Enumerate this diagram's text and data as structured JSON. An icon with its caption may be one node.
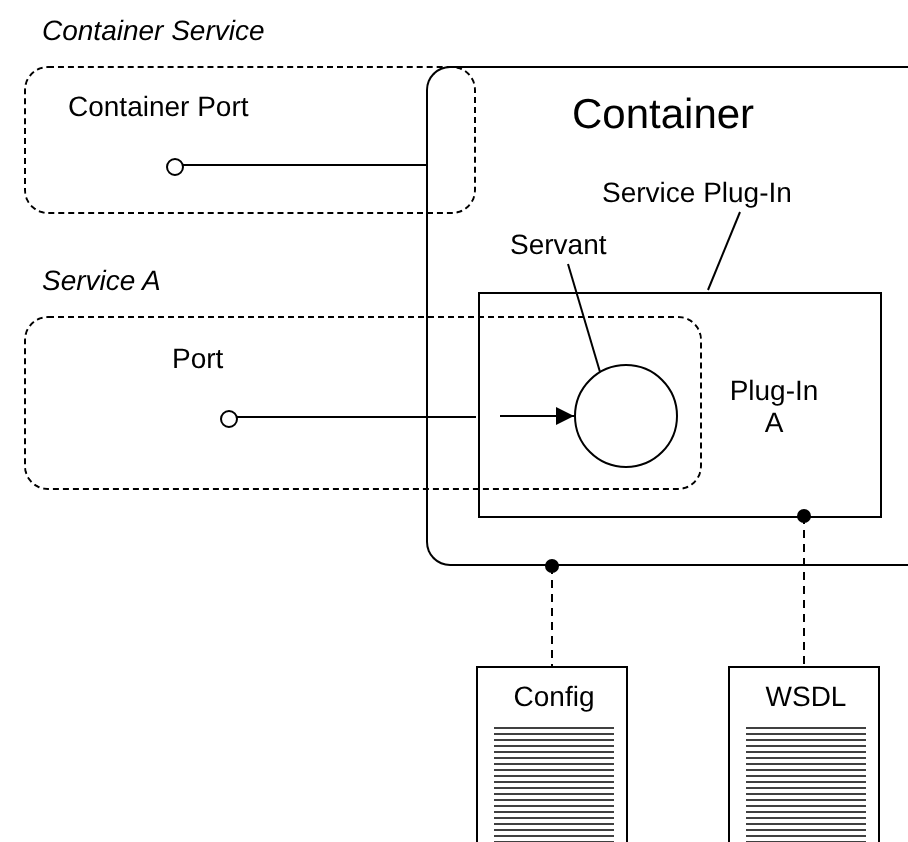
{
  "diagram": {
    "nodes": [
      {
        "text": [
          "Container Service"
        ]
      },
      {
        "text": [],
        "shape": "circle",
        "in": 0,
        "beside": [
          "Container Port"
        ]
      },
      {
        "text": [
          "Container"
        ]
      },
      {
        "text": [
          "Service Plug-In"
        ],
        "in": 2
      },
      {
        "text": [
          "Servant"
        ],
        "in": 2
      },
      {
        "text": [
          "Service A"
        ]
      },
      {
        "text": [],
        "shape": "circle",
        "in": 5,
        "beside": [
          "Port"
        ]
      },
      {
        "text": [
          "Plug-In A"
        ],
        "in": 2
      },
      {
        "text": [],
        "shape": "circle"
      },
      {
        "text": [
          "Config"
        ]
      },
      {
        "text": [
          "WSDL"
        ]
      }
    ],
    "edges": [
      {
        "from": 1,
        "to": 2,
        "arrow": "none"
      },
      {
        "from": 3,
        "to": 7,
        "arrow": "none"
      },
      {
        "from": 4,
        "to": 8,
        "arrow": "none"
      },
      {
        "from": 6,
        "to": 7,
        "arrow": "none"
      },
      {
        "from": 7,
        "to": 8,
        "arrow": "to"
      },
      {
        "from": 2,
        "to": 9,
        "arrow": "other",
        "style": "dashed"
      },
      {
        "from": 7,
        "to": 10,
        "arrow": "other",
        "style": "dashed"
      }
    ]
  }
}
